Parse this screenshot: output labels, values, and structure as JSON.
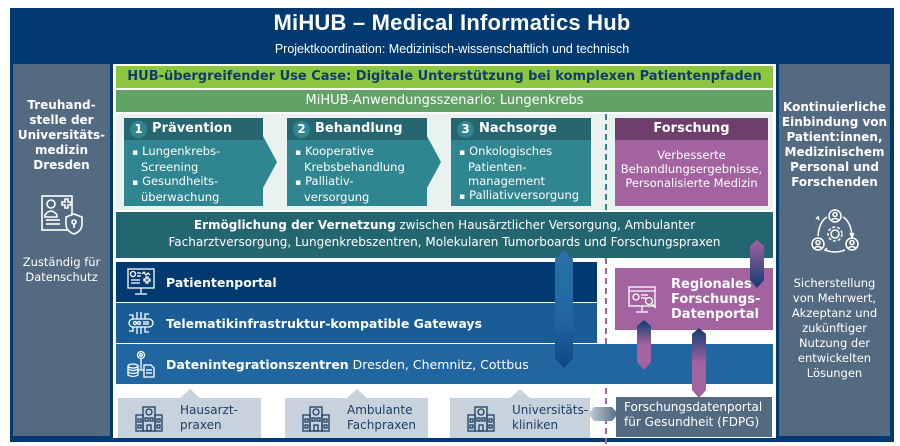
{
  "header": {
    "title": "MiHUB – Medical Informatics Hub",
    "subtitle": "Projektkoordination: Medizinisch-wissenschaftlich und technisch"
  },
  "left_panel": {
    "title_lines": [
      "Treuhand-",
      "stelle der",
      "Universitäts-",
      "medizin",
      "Dresden"
    ],
    "icon": "patient-record-shield-icon",
    "note_lines": [
      "Zuständig für",
      "Datenschutz"
    ]
  },
  "right_panel": {
    "title_lines": [
      "Kontinuierliche",
      "Einbindung von",
      "Patient:innen,",
      "Medizinischem",
      "Personal und",
      "Forschenden"
    ],
    "icon": "people-cycle-gear-icon",
    "note_lines": [
      "Sicherstellung",
      "von Mehrwert,",
      "Akzeptanz und",
      "zukünftiger",
      "Nutzung der",
      "entwickelten",
      "Lösungen"
    ]
  },
  "use_case": "HUB-übergreifender Use Case: Digitale Unterstützung bei komplexen Patientenpfaden",
  "scenario": "MiHUB-Anwendungsszenario: Lungenkrebs",
  "phases": [
    {
      "number": "1",
      "title": "Prävention",
      "items": [
        "Lungenkrebs-Screening",
        "Gesundheits-überwachung"
      ],
      "item_lines": [
        [
          "Lungenkrebs-",
          "Screening"
        ],
        [
          "Gesundheits-",
          "überwachung"
        ]
      ]
    },
    {
      "number": "2",
      "title": "Behandlung",
      "items": [
        "Kooperative Krebsbehandlung",
        "Palliativ-versorgung"
      ],
      "item_lines": [
        [
          "Kooperative",
          "Krebsbehandlung"
        ],
        [
          "Palliativ-",
          "versorgung"
        ]
      ]
    },
    {
      "number": "3",
      "title": "Nachsorge",
      "items": [
        "Onkologisches Patienten-management",
        "Palliativversorgung"
      ],
      "item_lines": [
        [
          "Onkologisches",
          "Patienten-",
          "management"
        ],
        [
          "Palliativversorgung"
        ]
      ]
    }
  ],
  "research": {
    "title": "Forschung",
    "body_lines": [
      "Verbesserte",
      "Behandlungsergebnisse,",
      "Personalisierte Medizin"
    ]
  },
  "networking": {
    "bold": "Ermöglichung der Vernetzung",
    "rest_line1": " zwischen Hausärztlicher Versorgung, Ambulanter",
    "line2": "Facharztversorgung, Lungenkrebszentren, Molekularen Tumorboards und Forschungspraxen"
  },
  "layers": [
    {
      "icon": "monitor-dashboard-icon",
      "bold": "Patientenportal",
      "rest": ""
    },
    {
      "icon": "circuit-gateway-icon",
      "bold": "Telematikinfrastruktur-kompatible Gateways",
      "rest": ""
    },
    {
      "icon": "database-gear-icon",
      "bold": "Datenintegrationszentren",
      "rest": " Dresden, Chemnitz, Cottbus"
    }
  ],
  "regional_portal": {
    "icon": "research-monitor-icon",
    "lines": [
      "Regionales",
      "Forschungs-",
      "Datenportal"
    ]
  },
  "institutions": [
    {
      "icon": "hospital-building-icon",
      "lines": [
        "Hausarzt-",
        "praxen"
      ]
    },
    {
      "icon": "hospital-building-icon",
      "lines": [
        "Ambulante",
        "Fachpraxen"
      ]
    },
    {
      "icon": "hospital-building-icon",
      "lines": [
        "Universitäts-",
        "kliniken"
      ]
    }
  ],
  "fdpg": {
    "lines": [
      "Forschungsdatenportal",
      "für Gesundheit (FDPG)"
    ]
  },
  "colors": {
    "navy": "#003a70",
    "slate": "#546a80",
    "lime": "#8dc63f",
    "green": "#62a266",
    "teal": "#2f8590",
    "teal_dark": "#246670",
    "purple": "#a362a0",
    "purple_dark": "#6e3f6d",
    "blue_mid": "#1a5c95",
    "blue_light": "#2166a0",
    "grey_box": "#c8d2dc"
  }
}
